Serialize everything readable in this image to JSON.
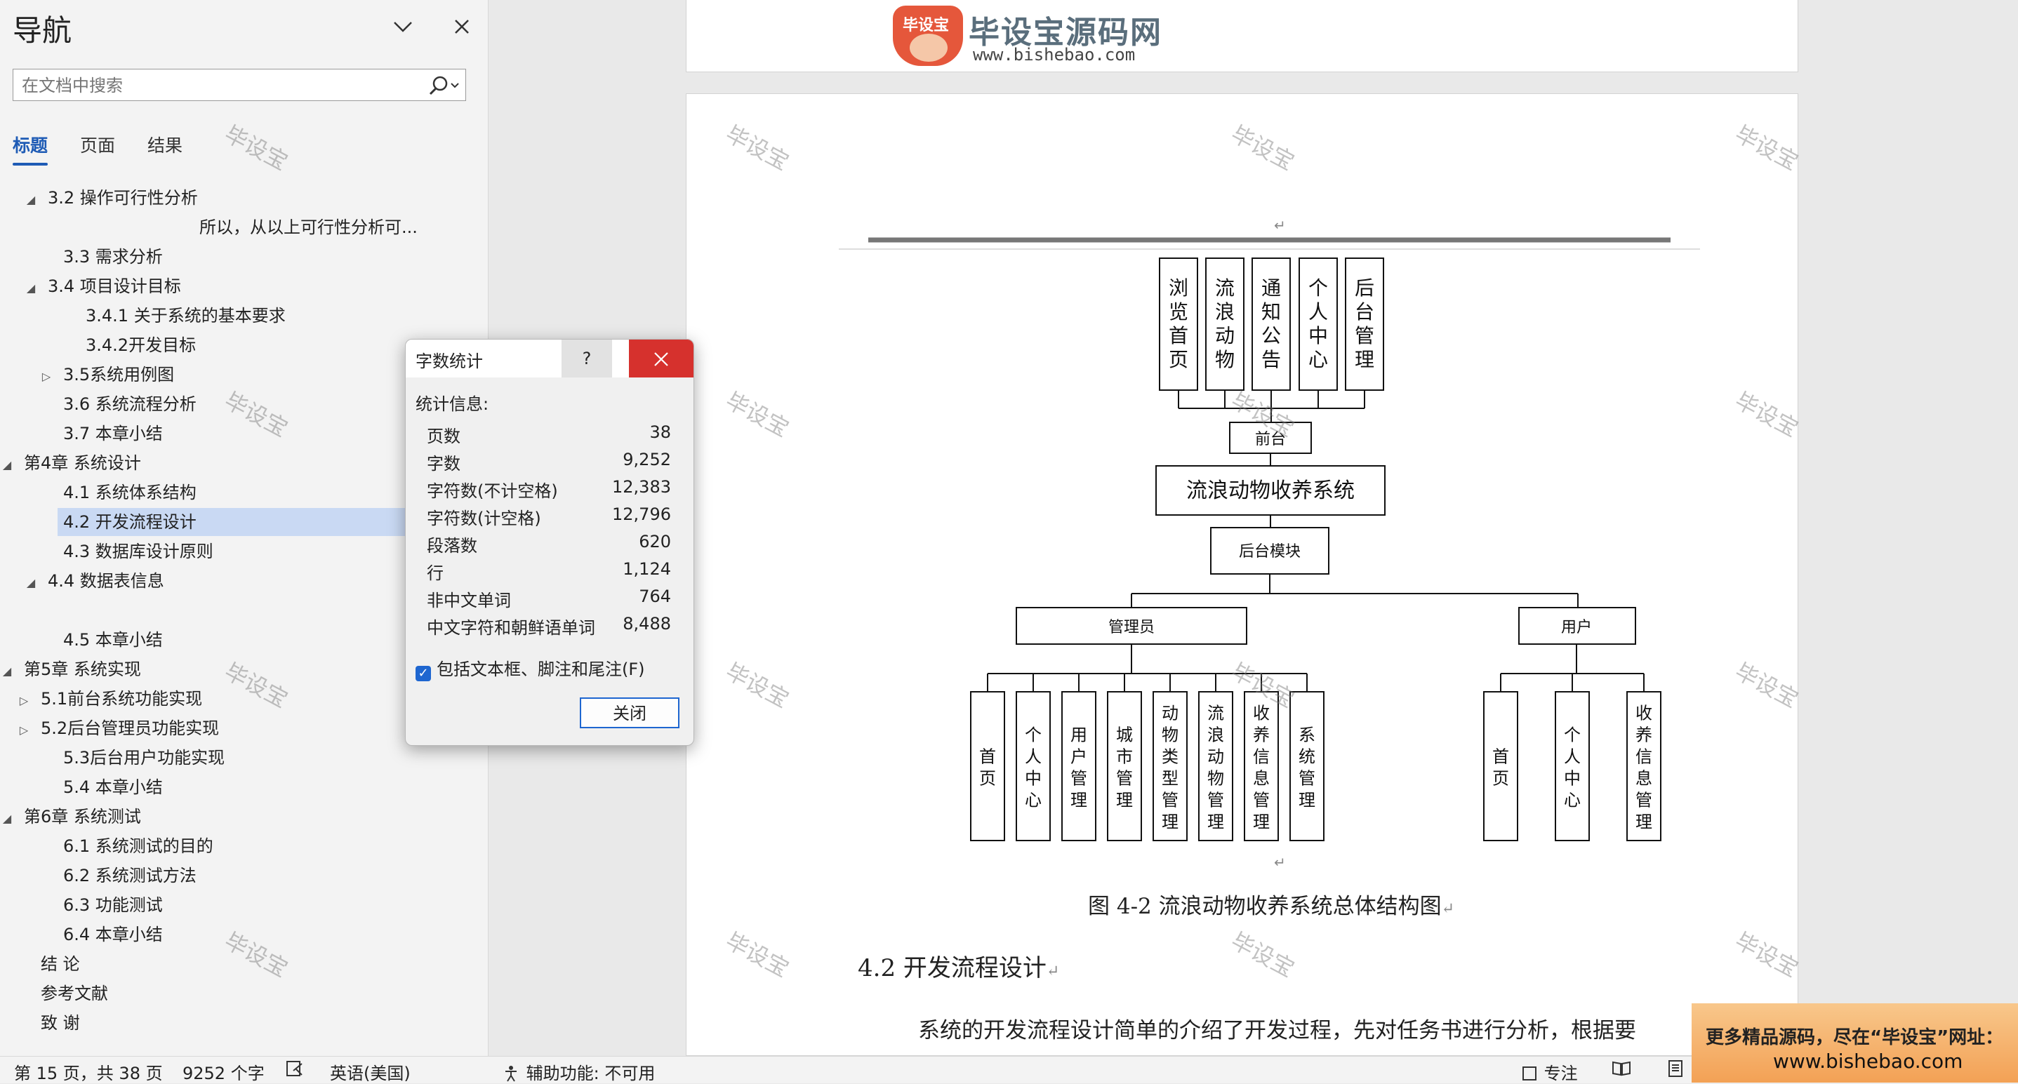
{
  "nav": {
    "title": "导航",
    "search_placeholder": "在文档中搜索",
    "tabs": [
      "标题",
      "页面",
      "结果"
    ],
    "items": [
      {
        "label": "3.2  操作可行性分析",
        "twisty": "◢"
      },
      {
        "label": "所以，从以上可行性分析可...",
        "twisty": ""
      },
      {
        "label": "3.3 需求分析",
        "twisty": ""
      },
      {
        "label": "3.4 项目设计目标",
        "twisty": "◢"
      },
      {
        "label": "3.4.1 关于系统的基本要求",
        "twisty": ""
      },
      {
        "label": "3.4.2开发目标",
        "twisty": ""
      },
      {
        "label": "3.5系统用例图",
        "twisty": "▷"
      },
      {
        "label": "3.6 系统流程分析",
        "twisty": ""
      },
      {
        "label": "3.7   本章小结",
        "twisty": ""
      },
      {
        "label": "第4章  系统设计",
        "twisty": "◢"
      },
      {
        "label": "4.1 系统体系结构",
        "twisty": ""
      },
      {
        "label": "4.2  开发流程设计",
        "twisty": ""
      },
      {
        "label": "4.3   数据库设计原则",
        "twisty": ""
      },
      {
        "label": "4.4   数据表信息",
        "twisty": "◢"
      },
      {
        "label": "4.5   本章小结",
        "twisty": ""
      },
      {
        "label": "第5章  系统实现",
        "twisty": "◢"
      },
      {
        "label": "5.1前台系统功能实现",
        "twisty": "▷"
      },
      {
        "label": "5.2后台管理员功能实现",
        "twisty": "▷"
      },
      {
        "label": "5.3后台用户功能实现",
        "twisty": ""
      },
      {
        "label": "5.4 本章小结",
        "twisty": ""
      },
      {
        "label": "第6章  系统测试",
        "twisty": "◢"
      },
      {
        "label": "6.1   系统测试的目的",
        "twisty": ""
      },
      {
        "label": "6.2   系统测试方法",
        "twisty": ""
      },
      {
        "label": "6.3   功能测试",
        "twisty": ""
      },
      {
        "label": "6.4   本章小结",
        "twisty": ""
      },
      {
        "label": "结  论",
        "twisty": ""
      },
      {
        "label": "参考文献",
        "twisty": ""
      },
      {
        "label": "致  谢",
        "twisty": ""
      }
    ]
  },
  "watermark": "毕设宝",
  "logo": {
    "badge": "毕设宝",
    "title": "毕设宝源码网",
    "url": "www.bishebao.com"
  },
  "document": {
    "diagram": {
      "top_boxes": [
        "浏览首页",
        "流浪动物",
        "通知公告",
        "个人中心",
        "后台管理"
      ],
      "front": "前台",
      "system": "流浪动物收养系统",
      "backend": "后台模块",
      "admin": "管理员",
      "user": "用户",
      "admin_boxes": [
        "首页",
        "个人中心",
        "用户管理",
        "城市管理",
        "动物类型管理",
        "流浪动物管理",
        "收养信息管理",
        "系统管理"
      ],
      "user_boxes": [
        "首页",
        "个人中心",
        "收养信息管理"
      ]
    },
    "caption": "图 4-2  流浪动物收养系统总体结构图",
    "heading": "4.2   开发流程设计",
    "paragraph": "系统的开发流程设计简单的介绍了开发过程，先对任务书进行分析，根据要",
    "para_mark": "↵"
  },
  "dialog": {
    "title": "字数统计",
    "help": "?",
    "section": "统计信息:",
    "stats": [
      {
        "k": "页数",
        "v": "38"
      },
      {
        "k": "字数",
        "v": "9,252"
      },
      {
        "k": "字符数(不计空格)",
        "v": "12,383"
      },
      {
        "k": "字符数(计空格)",
        "v": "12,796"
      },
      {
        "k": "段落数",
        "v": "620"
      },
      {
        "k": "行",
        "v": "1,124"
      },
      {
        "k": "非中文单词",
        "v": "764"
      },
      {
        "k": "中文字符和朝鲜语单词",
        "v": "8,488"
      }
    ],
    "checkbox_label": "包括文本框、脚注和尾注(F)",
    "checkbox_checked": true,
    "close_label": "关闭"
  },
  "status": {
    "page": "第 15 页，共 38 页",
    "words": "9252 个字",
    "language": "英语(美国)",
    "accessibility": "辅助功能: 不可用",
    "focus": "专注"
  },
  "ad": {
    "line1": "更多精品源码，尽在“毕设宝”网址：",
    "line2": "www.bishebao.com"
  },
  "colors": {
    "accent": "#1e5bb5",
    "selection": "#c9d9f3",
    "close_red": "#d6312d"
  }
}
